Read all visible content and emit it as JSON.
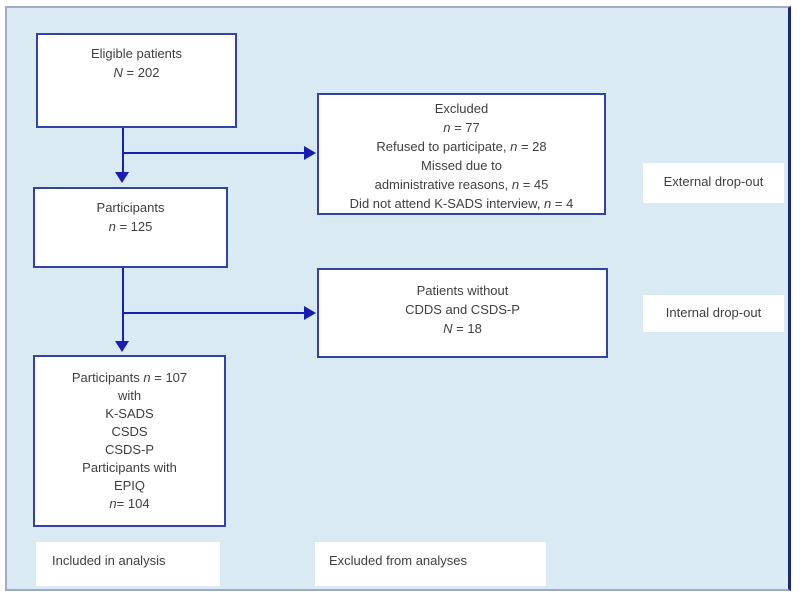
{
  "palette": {
    "panel_bg": "#d9eaf2",
    "panel_border": "#a0aac6",
    "panel_border_right": "#1b2878",
    "box_border": "#3342ab",
    "arrow": "#1a1db2",
    "text": "#3f3f3f"
  },
  "flowchart": {
    "boxes": {
      "eligible": {
        "lines": [
          [
            {
              "t": "Eligible patients"
            }
          ],
          [
            {
              "t": "N",
              "i": true
            },
            {
              "t": " = 202"
            }
          ]
        ]
      },
      "excluded": {
        "lines": [
          [
            {
              "t": "Excluded"
            }
          ],
          [
            {
              "t": "n",
              "i": true
            },
            {
              "t": " = 77"
            }
          ],
          [
            {
              "t": "Refused to participate, "
            },
            {
              "t": "n",
              "i": true
            },
            {
              "t": " = 28"
            }
          ],
          [
            {
              "t": "Missed due to"
            }
          ],
          [
            {
              "t": "administrative reasons, "
            },
            {
              "t": "n",
              "i": true
            },
            {
              "t": " = 45"
            }
          ],
          [
            {
              "t": "Did not attend K-SADS interview, "
            },
            {
              "t": "n",
              "i": true
            },
            {
              "t": " = 4"
            }
          ]
        ]
      },
      "participants": {
        "lines": [
          [
            {
              "t": "Participants"
            }
          ],
          [
            {
              "t": "n",
              "i": true
            },
            {
              "t": " = 125"
            }
          ]
        ]
      },
      "patients_without": {
        "lines": [
          [
            {
              "t": "Patients without"
            }
          ],
          [
            {
              "t": "CDDS and CSDS-P"
            }
          ],
          [
            {
              "t": "N",
              "i": true
            },
            {
              "t": " = 18"
            }
          ]
        ]
      },
      "analysis": {
        "lines": [
          [
            {
              "t": "Participants "
            },
            {
              "t": "n",
              "i": true
            },
            {
              "t": " = 107"
            }
          ],
          [
            {
              "t": "with"
            }
          ],
          [
            {
              "t": "K-SADS"
            }
          ],
          [
            {
              "t": "CSDS"
            }
          ],
          [
            {
              "t": "CSDS-P"
            }
          ],
          [
            {
              "t": "Participants with"
            }
          ],
          [
            {
              "t": "EPIQ"
            }
          ],
          [
            {
              "t": "n",
              "i": true
            },
            {
              "t": "= 104"
            }
          ]
        ]
      }
    },
    "labels": {
      "external": "External drop-out",
      "internal": "Internal drop-out",
      "included": "Included in analysis",
      "excluded_analyses": "Excluded from analyses"
    }
  }
}
